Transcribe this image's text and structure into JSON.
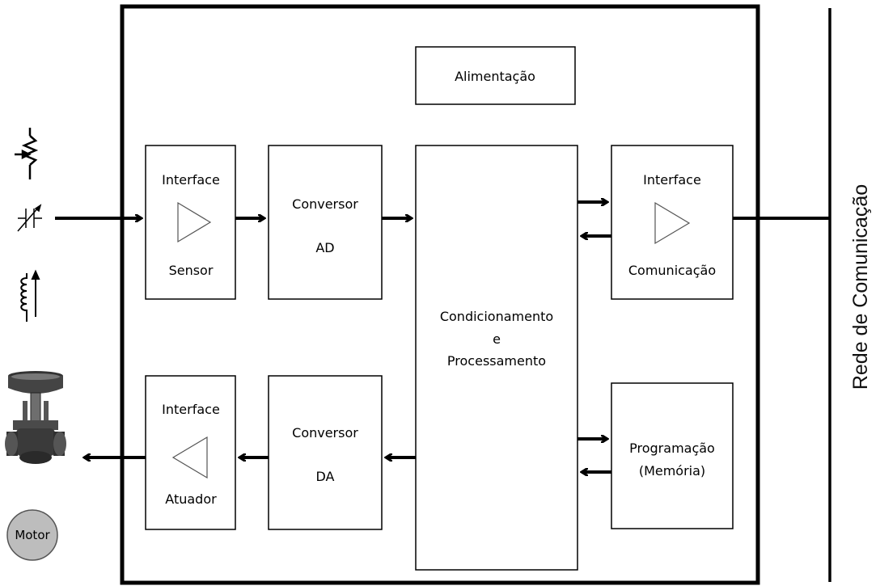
{
  "blocks": {
    "alimentacao": "Alimentação",
    "interface_sensor": {
      "top": "Interface",
      "bottom": "Sensor"
    },
    "conversor_ad": {
      "top": "Conversor",
      "bottom": "AD"
    },
    "condicionamento": {
      "line1": "Condicionamento",
      "line2": "e",
      "line3": "Processamento"
    },
    "interface_comunicacao": {
      "top": "Interface",
      "bottom": "Comunicação"
    },
    "interface_atuador": {
      "top": "Interface",
      "bottom": "Atuador"
    },
    "conversor_da": {
      "top": "Conversor",
      "bottom": "DA"
    },
    "programacao": {
      "line1": "Programação",
      "line2": "(Memória)"
    }
  },
  "network": {
    "label": "Rede de Comunicação"
  },
  "devices": {
    "motor": "Motor",
    "sensor_icons": [
      "thermistor-icon",
      "variable-capacitor-icon",
      "variable-inductor-icon"
    ],
    "actuator_icon": "control-valve-icon"
  },
  "colors": {
    "line": "#000000",
    "box_border": "#000000",
    "motor_fill": "#bdbdbd"
  }
}
